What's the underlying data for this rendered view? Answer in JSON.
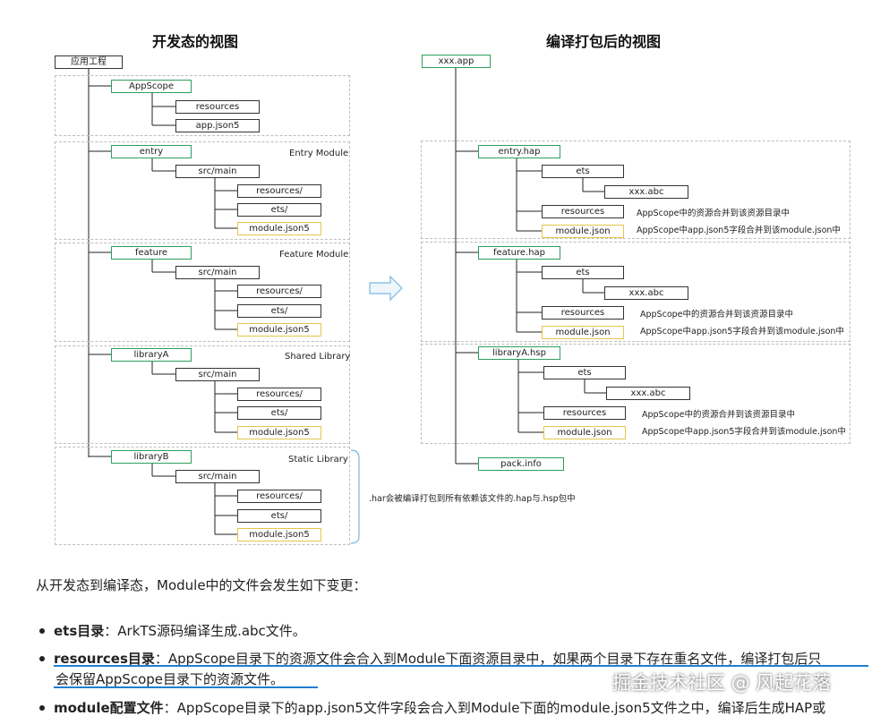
{
  "diagram": {
    "dev_view": {
      "title": "开发态的视图",
      "root": "应用工程",
      "groups": [
        {
          "tag": "",
          "boxes": [
            "AppScope",
            "resources",
            "app.json5"
          ]
        },
        {
          "tag": "Entry Module",
          "boxes": [
            "entry",
            "src/main",
            "resources/",
            "ets/",
            "module.json5"
          ]
        },
        {
          "tag": "Feature Module",
          "boxes": [
            "feature",
            "src/main",
            "resources/",
            "ets/",
            "module.json5"
          ]
        },
        {
          "tag": "Shared Library",
          "boxes": [
            "libraryA",
            "src/main",
            "resources/",
            "ets/",
            "module.json5"
          ]
        },
        {
          "tag": "Static Library",
          "boxes": [
            "libraryB",
            "src/main",
            "resources/",
            "ets/",
            "module.json5"
          ]
        }
      ],
      "har_note": ".har会被编译打包到所有依赖该文件的.hap与.hsp包中"
    },
    "build_view": {
      "title": "编译打包后的视图",
      "root": "xxx.app",
      "groups": [
        {
          "boxes": [
            "entry.hap",
            "ets",
            "xxx.abc",
            "resources",
            "module.json"
          ]
        },
        {
          "boxes": [
            "feature.hap",
            "ets",
            "xxx.abc",
            "resources",
            "module.json"
          ]
        },
        {
          "boxes": [
            "libraryA.hsp",
            "ets",
            "xxx.abc",
            "resources",
            "module.json"
          ]
        }
      ],
      "resources_note": "AppScope中的资源合并到该资源目录中",
      "module_note": "AppScope中app.json5字段合并到该module.json中",
      "pack_info": "pack.info"
    },
    "arrow_color": "#7ab8e0"
  },
  "content": {
    "intro": "从开发态到编译态，Module中的文件会发生如下变更：",
    "bullets": [
      {
        "term": "ets目录",
        "text": "：ArkTS源码编译生成.abc文件。",
        "cont": ""
      },
      {
        "term": "resources目录",
        "text": "：AppScope目录下的资源文件会合入到Module下面资源目录中，如果两个目录下存在重名文件，编译打包后只",
        "cont": "会保留AppScope目录下的资源文件。"
      },
      {
        "term": "module配置文件",
        "text": "：AppScope目录下的app.json5文件字段会合入到Module下面的module.json5文件之中，编译后生成HAP或",
        "cont": ""
      }
    ],
    "watermark": "掘金技术社区 @ 风起花落"
  }
}
